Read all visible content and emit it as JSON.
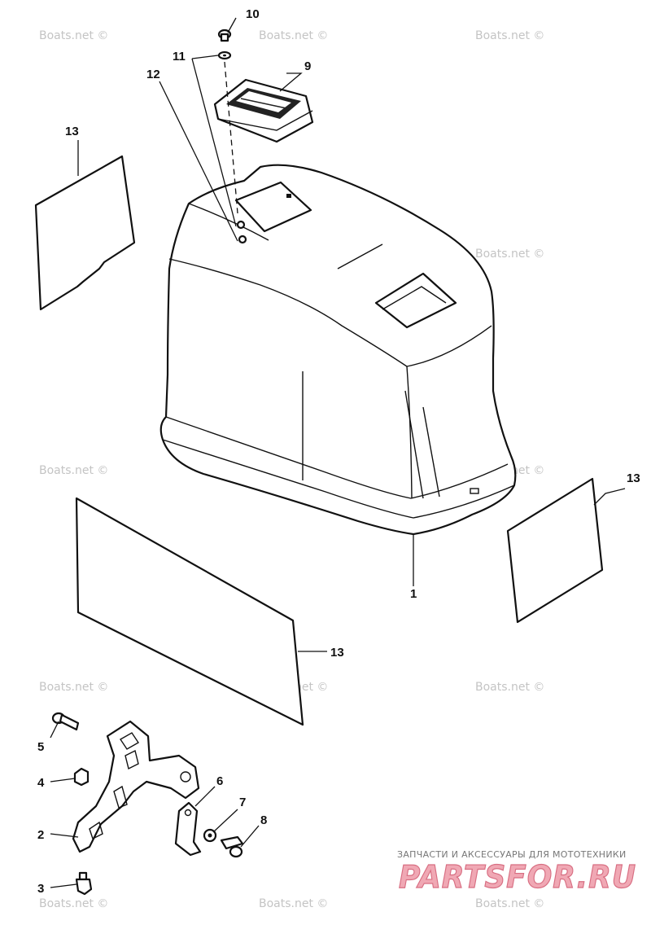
{
  "callouts": {
    "c1": "1",
    "c2": "2",
    "c3": "3",
    "c4": "4",
    "c5": "5",
    "c6": "6",
    "c7": "7",
    "c8": "8",
    "c9": "9",
    "c10": "10",
    "c11": "11",
    "c12": "12",
    "c13a": "13",
    "c13b": "13",
    "c13c": "13"
  },
  "watermark": {
    "text": "Boats.net ©"
  },
  "brand": {
    "caption": "ЗАПЧАСТИ И АКСЕССУАРЫ ДЛЯ МОТОТЕХНИКИ",
    "logo": "PARTSFOR.RU"
  }
}
